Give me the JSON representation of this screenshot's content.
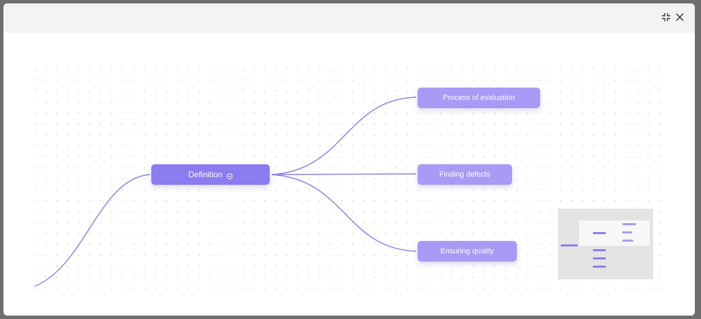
{
  "window": {
    "controls": [
      {
        "name": "exit-fullscreen-icon"
      },
      {
        "name": "close-icon"
      }
    ]
  },
  "mindmap": {
    "root": {
      "label": "Definition",
      "icon": "collapse-circle-icon"
    },
    "children": [
      {
        "label": "Process of evaluation"
      },
      {
        "label": "Finding defects"
      },
      {
        "label": "Ensuring quality"
      }
    ]
  },
  "colors": {
    "root_node": "#8b7cf0",
    "child_node": "#a89af5",
    "link": "#8e80e6"
  }
}
